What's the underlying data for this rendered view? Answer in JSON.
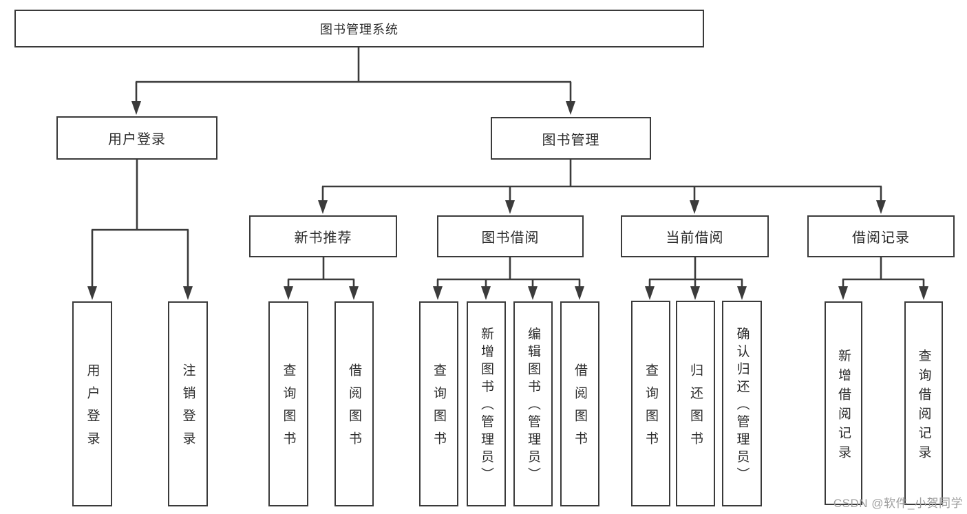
{
  "colors": {
    "line": "#3b3b3b",
    "box_border": "#3a3a3a",
    "box_fill": "#ffffff",
    "text": "#2b2b2b",
    "watermark": "#9e9e9e",
    "background": "#ffffff"
  },
  "watermark": "CSDN @软件_小贺同学",
  "tree": {
    "root": {
      "label": "图书管理系统",
      "children": [
        {
          "label": "用户登录",
          "children": [
            {
              "label": "用户登录"
            },
            {
              "label": "注销登录"
            }
          ]
        },
        {
          "label": "图书管理",
          "children": [
            {
              "label": "新书推荐",
              "children": [
                {
                  "label": "查询图书"
                },
                {
                  "label": "借阅图书"
                }
              ]
            },
            {
              "label": "图书借阅",
              "children": [
                {
                  "label": "查询图书"
                },
                {
                  "label": "新增图书（管理员）"
                },
                {
                  "label": "编辑图书（管理员）"
                },
                {
                  "label": "借阅图书"
                }
              ]
            },
            {
              "label": "当前借阅",
              "children": [
                {
                  "label": "查询图书"
                },
                {
                  "label": "归还图书"
                },
                {
                  "label": "确认归还（管理员）"
                }
              ]
            },
            {
              "label": "借阅记录",
              "children": [
                {
                  "label": "新增借阅记录"
                },
                {
                  "label": "查询借阅记录"
                }
              ]
            }
          ]
        }
      ]
    }
  }
}
